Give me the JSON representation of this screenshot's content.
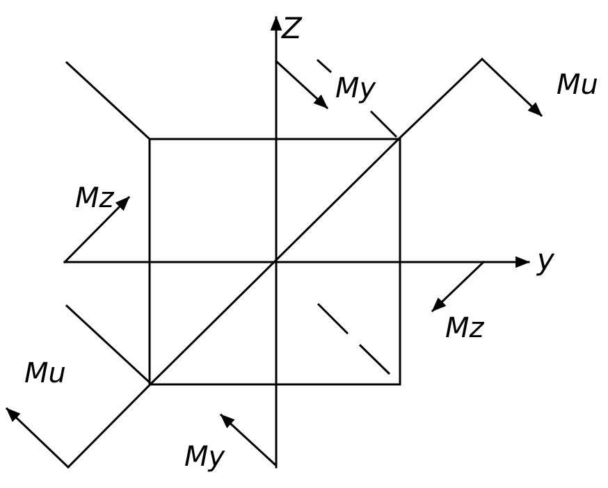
{
  "axes": {
    "z_label": "Z",
    "y_label": "y"
  },
  "moments": {
    "my_top": "My",
    "my_bottom": "My",
    "mz_left": "Mz",
    "mz_right": "Mz",
    "mu_top": "Mu",
    "mu_bottom": "Mu"
  }
}
